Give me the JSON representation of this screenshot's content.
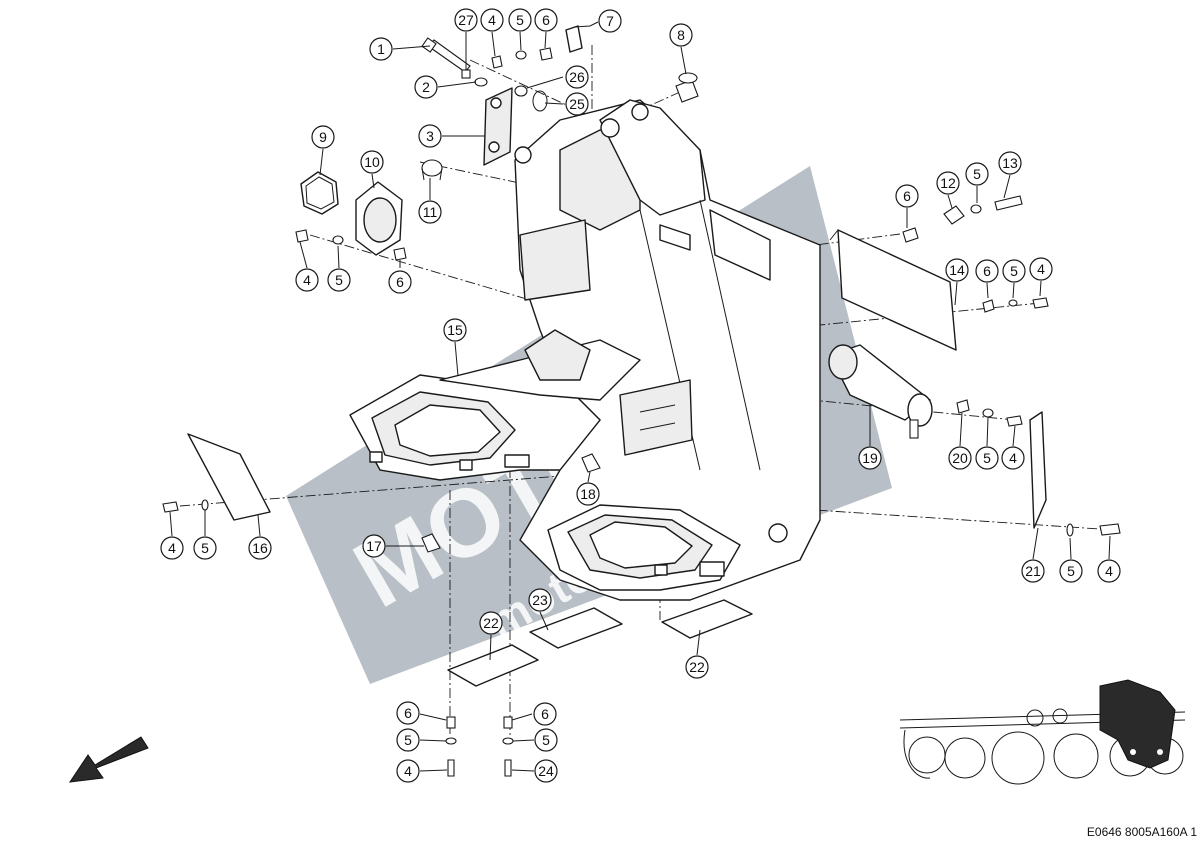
{
  "drawing": {
    "reference": "E0646 8005A160A 1",
    "watermark_lines": [
      "MOTORY",
      "motoservis.ru"
    ]
  },
  "callouts": [
    {
      "id": "c27",
      "label": "27"
    },
    {
      "id": "c4a",
      "label": "4"
    },
    {
      "id": "c5a",
      "label": "5"
    },
    {
      "id": "c6a",
      "label": "6"
    },
    {
      "id": "c7",
      "label": "7"
    },
    {
      "id": "c8",
      "label": "8"
    },
    {
      "id": "c1",
      "label": "1"
    },
    {
      "id": "c2",
      "label": "2"
    },
    {
      "id": "c26",
      "label": "26"
    },
    {
      "id": "c25",
      "label": "25"
    },
    {
      "id": "c3",
      "label": "3"
    },
    {
      "id": "c9",
      "label": "9"
    },
    {
      "id": "c10",
      "label": "10"
    },
    {
      "id": "c11",
      "label": "11"
    },
    {
      "id": "c4b",
      "label": "4"
    },
    {
      "id": "c5b",
      "label": "5"
    },
    {
      "id": "c6b",
      "label": "6"
    },
    {
      "id": "c6c",
      "label": "6"
    },
    {
      "id": "c12",
      "label": "12"
    },
    {
      "id": "c5c",
      "label": "5"
    },
    {
      "id": "c13",
      "label": "13"
    },
    {
      "id": "c14",
      "label": "14"
    },
    {
      "id": "c6d",
      "label": "6"
    },
    {
      "id": "c5d",
      "label": "5"
    },
    {
      "id": "c4c",
      "label": "4"
    },
    {
      "id": "c15",
      "label": "15"
    },
    {
      "id": "c19",
      "label": "19"
    },
    {
      "id": "c20",
      "label": "20"
    },
    {
      "id": "c5e",
      "label": "5"
    },
    {
      "id": "c4d",
      "label": "4"
    },
    {
      "id": "c4e",
      "label": "4"
    },
    {
      "id": "c5f",
      "label": "5"
    },
    {
      "id": "c16",
      "label": "16"
    },
    {
      "id": "c18",
      "label": "18"
    },
    {
      "id": "c17",
      "label": "17"
    },
    {
      "id": "c21",
      "label": "21"
    },
    {
      "id": "c5g",
      "label": "5"
    },
    {
      "id": "c4f",
      "label": "4"
    },
    {
      "id": "c23",
      "label": "23"
    },
    {
      "id": "c22a",
      "label": "22"
    },
    {
      "id": "c22b",
      "label": "22"
    },
    {
      "id": "c6e",
      "label": "6"
    },
    {
      "id": "c6f",
      "label": "6"
    },
    {
      "id": "c5h",
      "label": "5"
    },
    {
      "id": "c5i",
      "label": "5"
    },
    {
      "id": "c4g",
      "label": "4"
    },
    {
      "id": "c24",
      "label": "24"
    }
  ]
}
